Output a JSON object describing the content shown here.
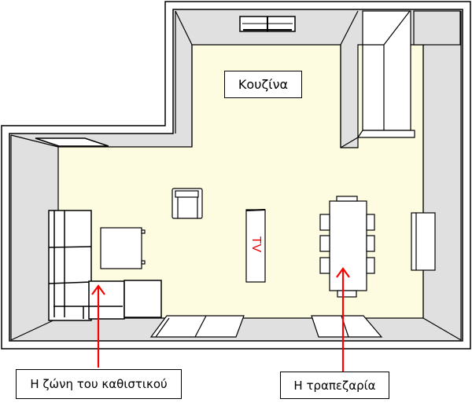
{
  "rooms": {
    "kitchen_label": "Κουζίνα"
  },
  "furniture": {
    "tv_label": "TV"
  },
  "callouts": [
    {
      "label": "Η ζώνη του καθιστικού",
      "zone": "living-area"
    },
    {
      "label": "Η τραπεζαρία",
      "zone": "dining-area"
    }
  ],
  "colors": {
    "floor": "#fefce0",
    "wall": "#e0e0e0",
    "arrow": "#ff0000",
    "outline": "#000000"
  }
}
